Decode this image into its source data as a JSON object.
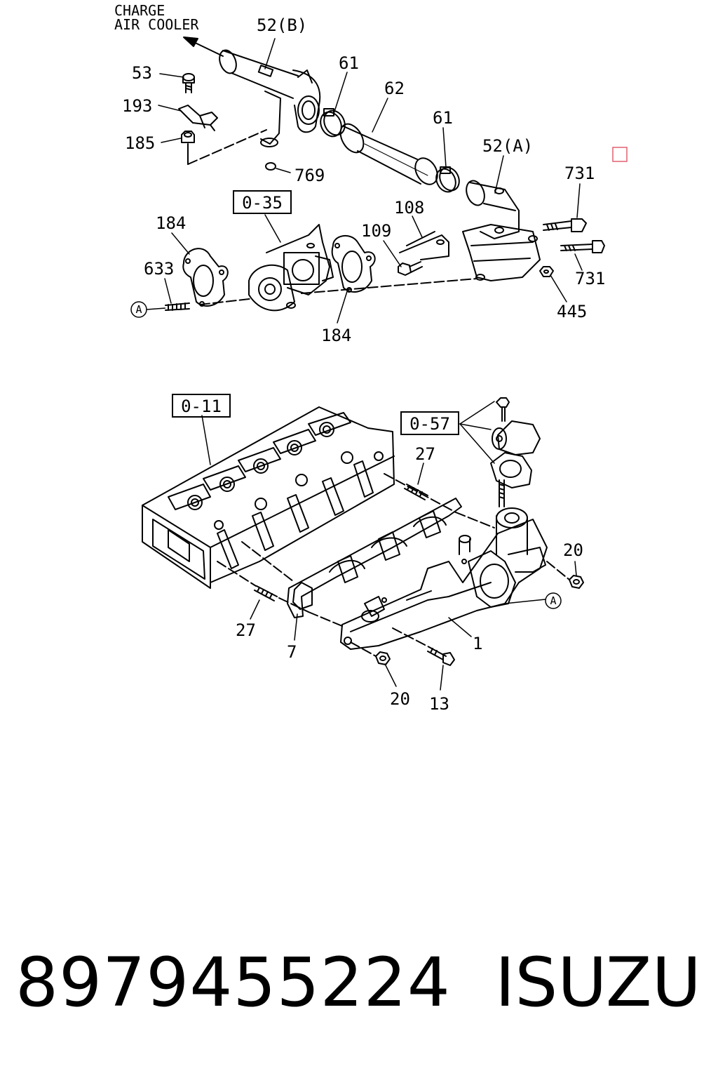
{
  "diagram": {
    "note_line1": "CHARGE",
    "note_line2": "AIR COOLER",
    "refs": {
      "r035": "0-35",
      "r011": "0-11",
      "r057": "0-57"
    },
    "circle_marker": "A",
    "labels": {
      "l52b": "52(B)",
      "l53": "53",
      "l193": "193",
      "l185": "185",
      "l769": "769",
      "l61a": "61",
      "l62": "62",
      "l61b": "61",
      "l52a": "52(A)",
      "l731a": "731",
      "l731b": "731",
      "l108": "108",
      "l109": "109",
      "l184a": "184",
      "l633": "633",
      "l184b": "184",
      "l445": "445",
      "l27a": "27",
      "l27b": "27",
      "l20a": "20",
      "l20b": "20",
      "l7": "7",
      "l1": "1",
      "l13": "13"
    }
  },
  "caption": {
    "part_number": "8979455224",
    "brand": "ISUZU"
  },
  "colors": {
    "ink": "#000000",
    "marker": "#e06070"
  }
}
